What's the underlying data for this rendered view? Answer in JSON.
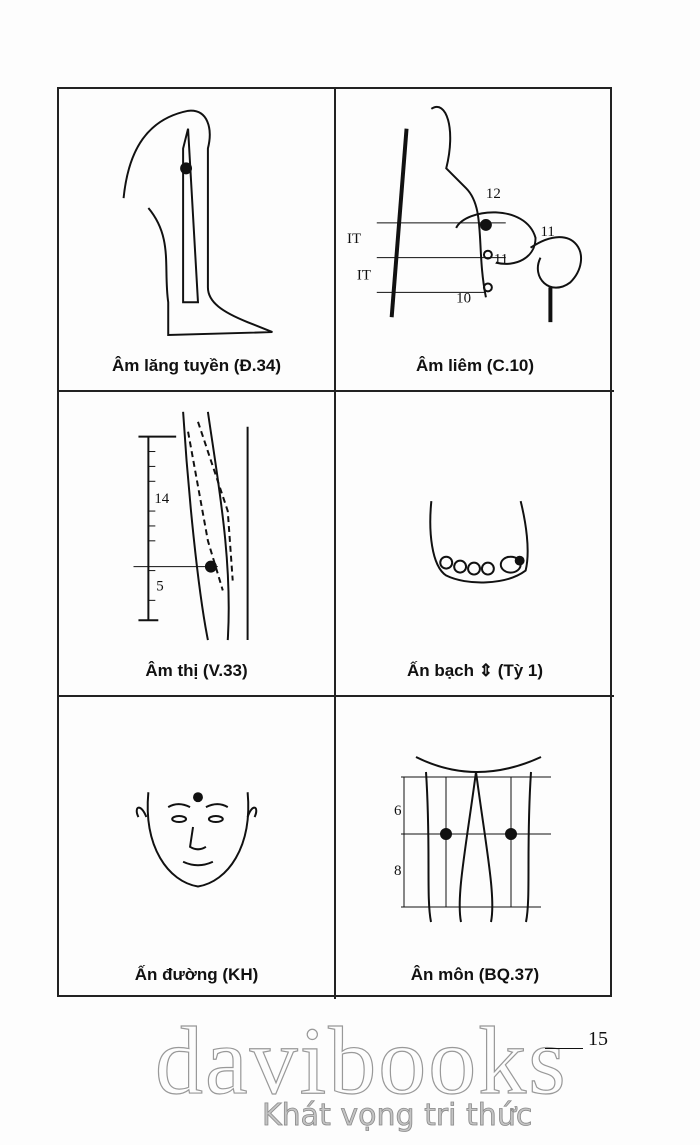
{
  "figures": [
    {
      "caption": "Âm lăng tuyền (Đ.34)",
      "labels": []
    },
    {
      "caption": "Âm liêm (C.10)",
      "labels": [
        "12",
        "IT",
        "IT",
        "11",
        "10",
        "11"
      ]
    },
    {
      "caption": "Âm thị (V.33)",
      "labels": [
        "14",
        "5"
      ]
    },
    {
      "caption": "Ấn bạch ⇕ (Tỳ 1)",
      "labels": []
    },
    {
      "caption": "Ấn đường (KH)",
      "labels": []
    },
    {
      "caption": "Ân môn (BQ.37)",
      "labels": [
        "6",
        "8"
      ]
    }
  ],
  "page_number": "15",
  "watermark": {
    "brand": "davibooks",
    "tagline": "Khát vọng tri thức"
  }
}
